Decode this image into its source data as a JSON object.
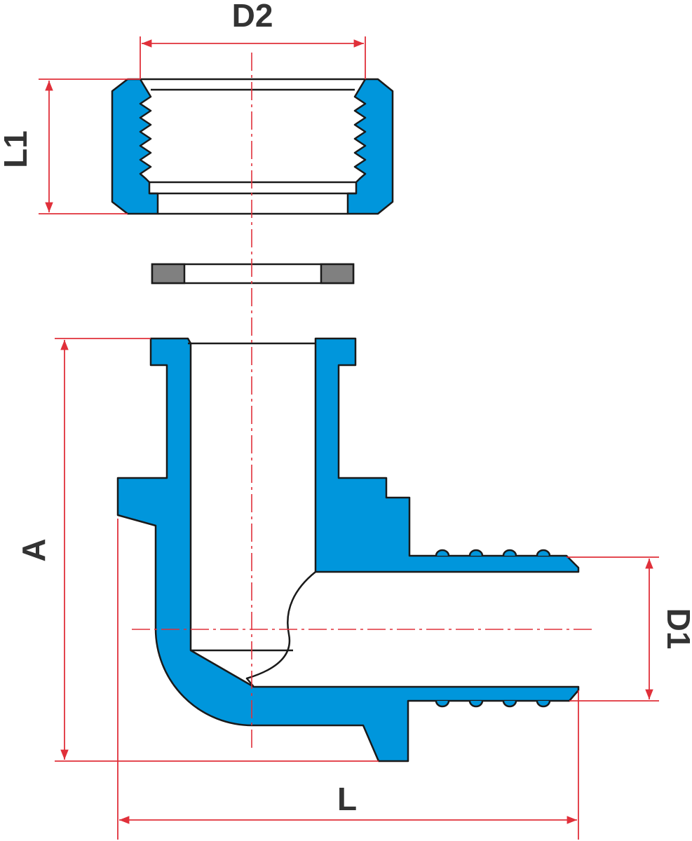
{
  "labels": {
    "d2": "D2",
    "l1": "L1",
    "a": "A",
    "d1": "D1",
    "l": "L"
  },
  "colors": {
    "body": "#0096DC",
    "outline": "#1a1a1a",
    "dimension": "#E0303A",
    "gasket": "#808080",
    "text": "#333333"
  }
}
